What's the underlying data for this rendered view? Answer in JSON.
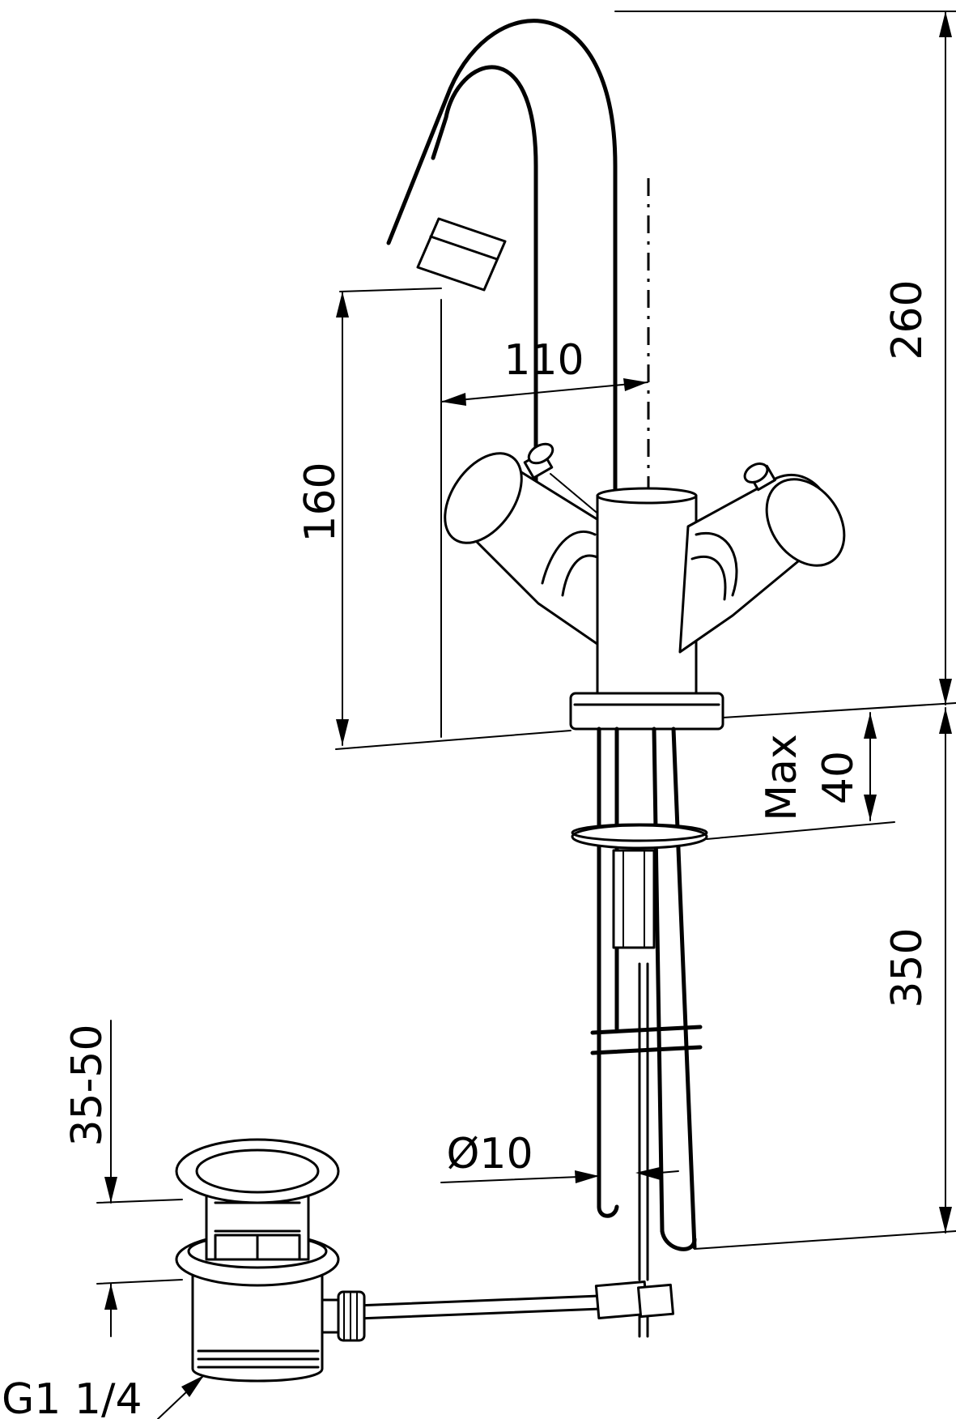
{
  "dimensions": {
    "spout_height": "260",
    "spout_clearance": "160",
    "spout_reach": "110",
    "max_deck_thickness_label": "Max",
    "max_deck_thickness_value": "40",
    "hose_length": "350",
    "hose_diameter": "Ø10",
    "waste_depth_range": "35-50",
    "waste_thread": "G1 1/4"
  }
}
